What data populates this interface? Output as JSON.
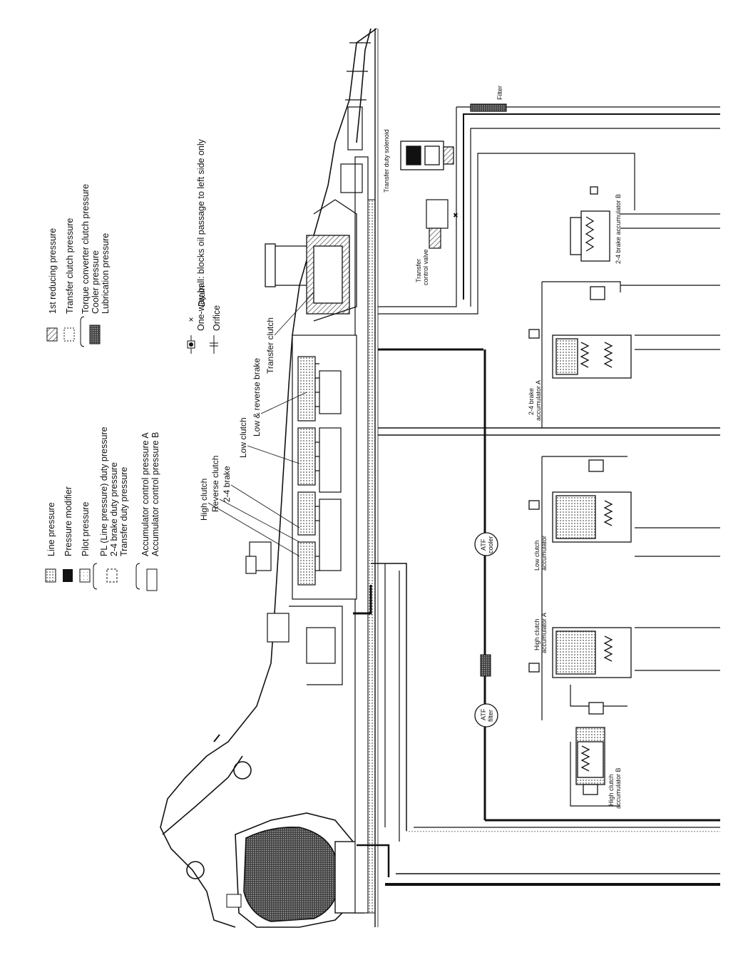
{
  "legend": {
    "left": [
      {
        "pattern": "dotted",
        "text": "Line pressure"
      },
      {
        "pattern": "solid-black",
        "text": "Pressure modifier"
      },
      {
        "pattern": "light-dot",
        "text": "Pilot pressure"
      },
      {
        "pattern": "dashed",
        "text": "PL (Line pressure) duty pressure"
      },
      {
        "pattern": "dashed",
        "text": "2-4 brake duty pressure"
      },
      {
        "pattern": "dashed",
        "text": "Transfer duty pressure"
      },
      {
        "pattern": "open",
        "text": "Accumulator control pressure A"
      },
      {
        "pattern": "open",
        "text": "Accumulator control pressure B"
      }
    ],
    "right": [
      {
        "pattern": "hatched",
        "text": "1st reducing pressure"
      },
      {
        "pattern": "open",
        "text": "Transfer clutch pressure"
      },
      {
        "pattern": "dark",
        "text": "Torque converter clutch pressure"
      },
      {
        "pattern": "dark",
        "text": "Cooler pressure"
      },
      {
        "pattern": "dark",
        "text": "Lubrication pressure"
      }
    ],
    "symbols": [
      {
        "symbol": "-[>-",
        "text": "One-way ball: blocks oil passage to left side only"
      },
      {
        "symbol": "x",
        "text": "Drain"
      },
      {
        "symbol": "-|=|-",
        "text": "Orifice"
      }
    ]
  },
  "component_labels": {
    "high_clutch": "High clutch",
    "reverse_clutch": "Reverse clutch",
    "brake_2_4": "2-4 brake",
    "low_clutch": "Low clutch",
    "low_reverse_brake": "Low & reverse brake",
    "transfer_clutch": "Transfer clutch",
    "transfer_duty_solenoid": "Transfer duty solenoid",
    "filter": "Filter",
    "transfer_control_valve_line1": "Transfer",
    "transfer_control_valve_line2": "control valve",
    "brake_accumulator_b": "2-4 brake accumulator B",
    "brake_accumulator_a_line1": "2-4 brake",
    "brake_accumulator_a_line2": "accumulator A",
    "low_clutch_accumulator_line1": "Low clutch",
    "low_clutch_accumulator_line2": "accumulator",
    "high_clutch_accumulator_a_line1": "High clutch",
    "high_clutch_accumulator_a_line2": "accumulator A",
    "high_clutch_accumulator_b_line1": "High clutch",
    "high_clutch_accumulator_b_line2": "accumulator B",
    "atf_cooler_line1": "ATF",
    "atf_cooler_line2": "cooler",
    "atf_filter_line1": "ATF",
    "atf_filter_line2": "filter"
  },
  "colors": {
    "ink": "#111111",
    "dotted_fill": "#cfcfcf",
    "dark_fill": "#333333"
  }
}
